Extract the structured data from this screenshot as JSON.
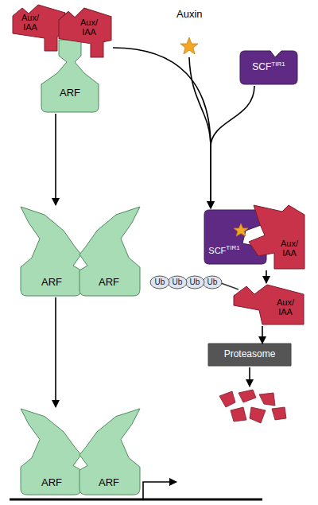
{
  "diagram": {
    "nodes": [
      {
        "text": [
          "Aux/ IAA"
        ]
      },
      {
        "text": [
          "Aux/ IAA"
        ]
      },
      {
        "text": [
          "ARF"
        ]
      },
      {
        "text": [
          "SCF",
          "TIR1"
        ]
      },
      {
        "text": [
          "SCF",
          "TIR1"
        ]
      },
      {
        "text": [
          "Aux/ IAA"
        ]
      },
      {
        "text": [
          "ARF"
        ]
      },
      {
        "text": [
          "ARF"
        ]
      },
      {
        "text": [
          "Ub"
        ]
      },
      {
        "text": [
          "Ub"
        ]
      },
      {
        "text": [
          "Ub"
        ]
      },
      {
        "text": [
          "Ub"
        ]
      },
      {
        "text": [
          "Aux/ IAA"
        ]
      },
      {
        "text": [
          "Proteasome"
        ]
      },
      {
        "text": [
          "ARF"
        ]
      },
      {
        "text": [
          "ARF"
        ]
      }
    ],
    "edges": [
      {
        "from": 2,
        "to": 6,
        "arrow": "to"
      },
      {
        "from": 6,
        "to": 14,
        "arrow": "to"
      },
      {
        "from": 1,
        "to": 4,
        "arrow": "to"
      },
      {
        "from": 3,
        "to": 4,
        "arrow": "to"
      },
      {
        "from": 5,
        "to": 12,
        "arrow": "to"
      },
      {
        "from": 12,
        "to": 13,
        "arrow": "to"
      }
    ],
    "labels": [
      "Auxin"
    ]
  }
}
